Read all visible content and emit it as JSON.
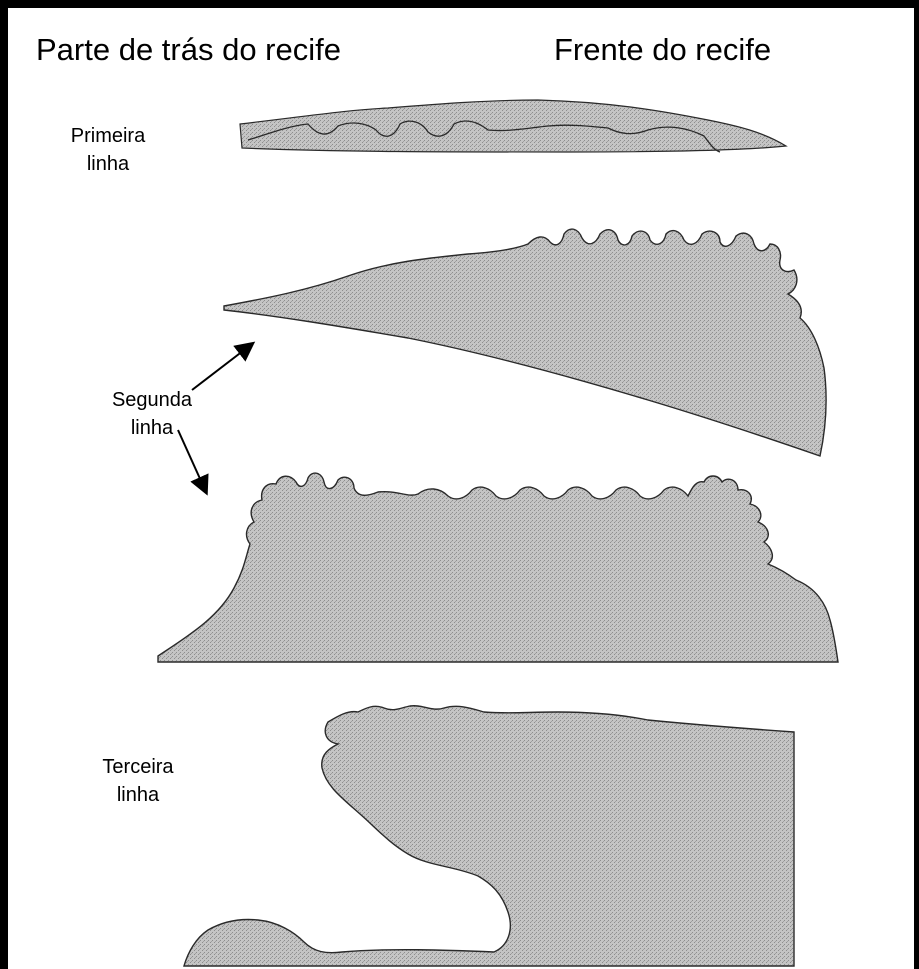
{
  "headers": {
    "back_reef": "Parte de trás do recife",
    "reef_front": "Frente do recife"
  },
  "labels": {
    "first_line": [
      "Primeira",
      "linha"
    ],
    "second_line": [
      "Segunda",
      "linha"
    ],
    "third_line": [
      "Terceira",
      "linha"
    ]
  },
  "colors": {
    "reef_fill": "#b8b8b8",
    "outline": "#2a2a2a",
    "border": "#000000"
  }
}
